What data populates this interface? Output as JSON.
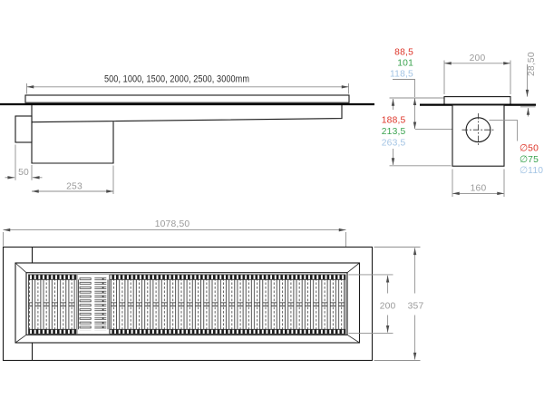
{
  "drawing": {
    "background": "#ffffff",
    "colors": {
      "red": "#dd3327",
      "green": "#3aa34f",
      "blue": "#a3c4e4",
      "dim_gray": "#9a9a9a",
      "dark_text": "#2d2d2d",
      "edge_black": "#1a1a1a"
    },
    "side_view": {
      "length_options_label": "500, 1000, 1500, 2000, 2500, 3000mm",
      "outlet_offset": "50",
      "sump_length": "253"
    },
    "section_view": {
      "top_width": "200",
      "edge_height": "28,50",
      "depth_to_outlet": {
        "d50": "88,5",
        "d75": "101",
        "d110": "118,5"
      },
      "total_depth": {
        "d50": "188,5",
        "d75": "213,5",
        "d110": "263,5"
      },
      "outlet_diameters": {
        "d50": "∅50",
        "d75": "∅75",
        "d110": "∅110"
      },
      "body_width": "160"
    },
    "plan_view": {
      "overall_length": "1078,50",
      "grate_width": "200",
      "overall_width": "357"
    }
  }
}
